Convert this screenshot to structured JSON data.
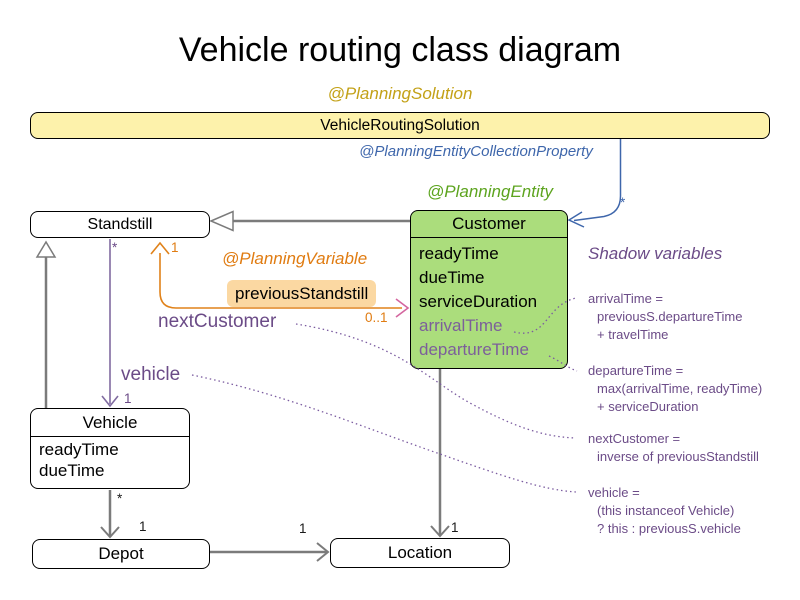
{
  "title": "Vehicle routing class diagram",
  "annotations": {
    "planning_solution": "@PlanningSolution",
    "planning_entity_collection_property": "@PlanningEntityCollectionProperty",
    "planning_entity": "@PlanningEntity",
    "planning_variable": "@PlanningVariable",
    "shadow_variables": "Shadow variables"
  },
  "classes": {
    "solution": {
      "name": "VehicleRoutingSolution"
    },
    "standstill": {
      "name": "Standstill"
    },
    "customer": {
      "name": "Customer",
      "attributes": [
        "readyTime",
        "dueTime",
        "serviceDuration"
      ],
      "shadow_attributes": [
        "arrivalTime",
        "departureTime"
      ]
    },
    "vehicle": {
      "name": "Vehicle",
      "attributes": [
        "readyTime",
        "dueTime"
      ]
    },
    "depot": {
      "name": "Depot"
    },
    "location": {
      "name": "Location"
    }
  },
  "variables": {
    "previous_standstill": "previousStandstill",
    "next_customer": "nextCustomer",
    "vehicle": "vehicle"
  },
  "multiplicities": {
    "solution_to_customer": "*",
    "prev_standstill_target": "1",
    "prev_standstill_source": "0..1",
    "standstill_to_vehicle": "*",
    "vehicle_target": "1",
    "vehicle_to_depot_source": "*",
    "vehicle_to_depot_target": "1",
    "depot_to_location": "1",
    "customer_to_location": "1"
  },
  "formulas": {
    "arrival": [
      "arrivalTime =",
      "previousS.departureTime",
      "+ travelTime"
    ],
    "departure": [
      "departureTime =",
      "max(arrivalTime, readyTime)",
      "+ serviceDuration"
    ],
    "next_customer": [
      "nextCustomer =",
      "inverse of previousStandstill"
    ],
    "vehicle": [
      "vehicle =",
      "(this instanceof Vehicle)",
      "? this : previousS.vehicle"
    ]
  },
  "colors": {
    "solution_fill": "#fdf2ab",
    "entity_fill": "#abdd7c",
    "variable_highlight": "#fbd8a2",
    "orange": "#e07c12",
    "gold": "#c3a117",
    "blue": "#3e66ab",
    "green": "#5da41f",
    "purple": "#6b4b87",
    "pink": "#d4669f",
    "gray": "#7b7b7b"
  }
}
